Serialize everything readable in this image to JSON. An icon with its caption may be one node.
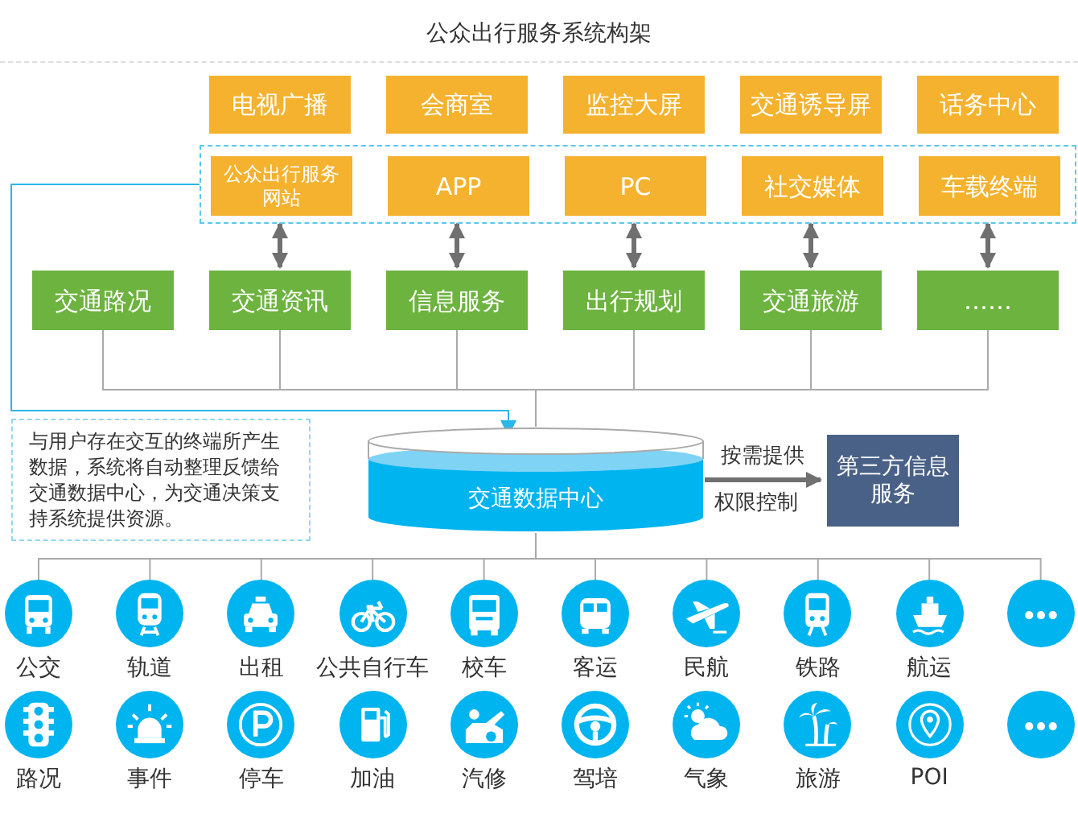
{
  "diagram": {
    "title": "公众出行服务系统构架",
    "nodes": [
      {
        "text": [
          "电视广播"
        ]
      },
      {
        "text": [
          "会商室"
        ]
      },
      {
        "text": [
          "监控大屏"
        ]
      },
      {
        "text": [
          "交通诱导屏"
        ]
      },
      {
        "text": [
          "话务中心"
        ]
      },
      {
        "text": [],
        "shape": "box"
      },
      {
        "text": [
          "公众出行服务网站"
        ],
        "in": 5
      },
      {
        "text": [
          "APP"
        ],
        "in": 5
      },
      {
        "text": [
          "PC"
        ],
        "in": 5
      },
      {
        "text": [
          "社交媒体"
        ],
        "in": 5
      },
      {
        "text": [
          "车载终端"
        ],
        "in": 5
      },
      {
        "text": [
          "交通路况"
        ]
      },
      {
        "text": [
          "交通资讯"
        ]
      },
      {
        "text": [
          "信息服务"
        ]
      },
      {
        "text": [
          "出行规划"
        ]
      },
      {
        "text": [
          "交通旅游"
        ]
      },
      {
        "text": [
          "……"
        ]
      },
      {
        "text": [
          "交通数据中心"
        ]
      },
      {
        "text": [
          "与用户存在交互的终端所产生数据，系统将自动整理反馈给交通数据中心，为交通决策支持系统提供资源。"
        ]
      },
      {
        "text": [
          "第三方信息服务"
        ]
      },
      {
        "text": [],
        "shape": "circle",
        "beside": [
          "公交"
        ]
      },
      {
        "text": [],
        "shape": "circle",
        "beside": [
          "轨道"
        ]
      },
      {
        "text": [],
        "shape": "circle",
        "beside": [
          "出租"
        ]
      },
      {
        "text": [],
        "shape": "circle",
        "beside": [
          "公共自行车"
        ]
      },
      {
        "text": [],
        "shape": "circle",
        "beside": [
          "校车"
        ]
      },
      {
        "text": [],
        "shape": "circle",
        "beside": [
          "客运"
        ]
      },
      {
        "text": [],
        "shape": "circle",
        "beside": [
          "民航"
        ]
      },
      {
        "text": [],
        "shape": "circle",
        "beside": [
          "铁路"
        ]
      },
      {
        "text": [],
        "shape": "circle",
        "beside": [
          "航运"
        ]
      },
      {
        "text": [],
        "shape": "circle"
      },
      {
        "text": [],
        "shape": "circle",
        "beside": [
          "路况"
        ]
      },
      {
        "text": [],
        "shape": "circle",
        "beside": [
          "事件"
        ]
      },
      {
        "text": [],
        "shape": "circle",
        "beside": [
          "停车"
        ]
      },
      {
        "text": [],
        "shape": "circle",
        "beside": [
          "加油"
        ]
      },
      {
        "text": [],
        "shape": "circle",
        "beside": [
          "汽修"
        ]
      },
      {
        "text": [],
        "shape": "circle",
        "beside": [
          "驾培"
        ]
      },
      {
        "text": [],
        "shape": "circle",
        "beside": [
          "气象"
        ]
      },
      {
        "text": [],
        "shape": "circle",
        "beside": [
          "旅游"
        ]
      },
      {
        "text": [],
        "shape": "circle",
        "beside": [
          "POI"
        ]
      },
      {
        "text": [],
        "shape": "circle"
      }
    ],
    "edges": [
      {
        "from": 6,
        "to": 12,
        "arrow": "both",
        "style": "thick",
        "color": "#707070"
      },
      {
        "from": 7,
        "to": 13,
        "arrow": "both",
        "style": "thick",
        "color": "#707070"
      },
      {
        "from": 8,
        "to": 14,
        "arrow": "both",
        "style": "thick",
        "color": "#707070"
      },
      {
        "from": 9,
        "to": 15,
        "arrow": "both",
        "style": "thick",
        "color": "#707070"
      },
      {
        "from": 10,
        "to": 16,
        "arrow": "both",
        "style": "thick",
        "color": "#707070"
      },
      {
        "from": 11,
        "to": 17,
        "arrow": "none"
      },
      {
        "from": 12,
        "to": 17,
        "arrow": "none"
      },
      {
        "from": 13,
        "to": 17,
        "arrow": "none"
      },
      {
        "from": 14,
        "to": 17,
        "arrow": "none"
      },
      {
        "from": 15,
        "to": 17,
        "arrow": "none"
      },
      {
        "from": 16,
        "to": 17,
        "arrow": "none"
      },
      {
        "from": 5,
        "to": 17,
        "arrow": "to",
        "color": "#29b6e8"
      },
      {
        "from": 17,
        "to": 19,
        "arrow": "to",
        "label": "按需提供",
        "style": "thick",
        "color": "#707070"
      },
      {
        "from": 17,
        "to": 20,
        "arrow": "none"
      },
      {
        "from": 17,
        "to": 21,
        "arrow": "none"
      },
      {
        "from": 17,
        "to": 22,
        "arrow": "none"
      },
      {
        "from": 17,
        "to": 23,
        "arrow": "none"
      },
      {
        "from": 17,
        "to": 24,
        "arrow": "none"
      },
      {
        "from": 17,
        "to": 25,
        "arrow": "none"
      },
      {
        "from": 17,
        "to": 26,
        "arrow": "none"
      },
      {
        "from": 17,
        "to": 27,
        "arrow": "none"
      },
      {
        "from": 17,
        "to": 28,
        "arrow": "none"
      },
      {
        "from": 17,
        "to": 29,
        "arrow": "none"
      }
    ],
    "labels": [
      "权限控制"
    ]
  }
}
